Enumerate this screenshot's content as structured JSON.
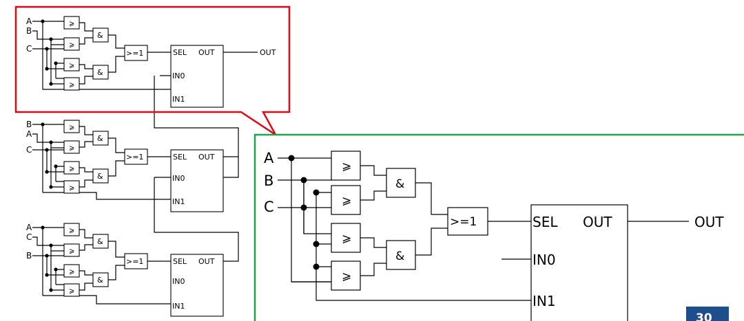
{
  "colors": {
    "highlight_frame": "#e30613",
    "zoom_frame": "#1ea54b",
    "page_badge": "#1f4e8c"
  },
  "gate_labels": {
    "ge": "⩾",
    "and": "&",
    "or": ">=1"
  },
  "mux_labels": {
    "sel": "SEL",
    "out": "OUT",
    "in0": "IN0",
    "in1": "IN1"
  },
  "output_label": "OUT",
  "circuits": [
    {
      "inputs": [
        "A",
        "B",
        "C"
      ]
    },
    {
      "inputs": [
        "B",
        "A",
        "C"
      ]
    },
    {
      "inputs": [
        "A",
        "C",
        "B"
      ]
    }
  ],
  "zoom": {
    "inputs": [
      "A",
      "B",
      "C"
    ]
  },
  "page_number": "30"
}
